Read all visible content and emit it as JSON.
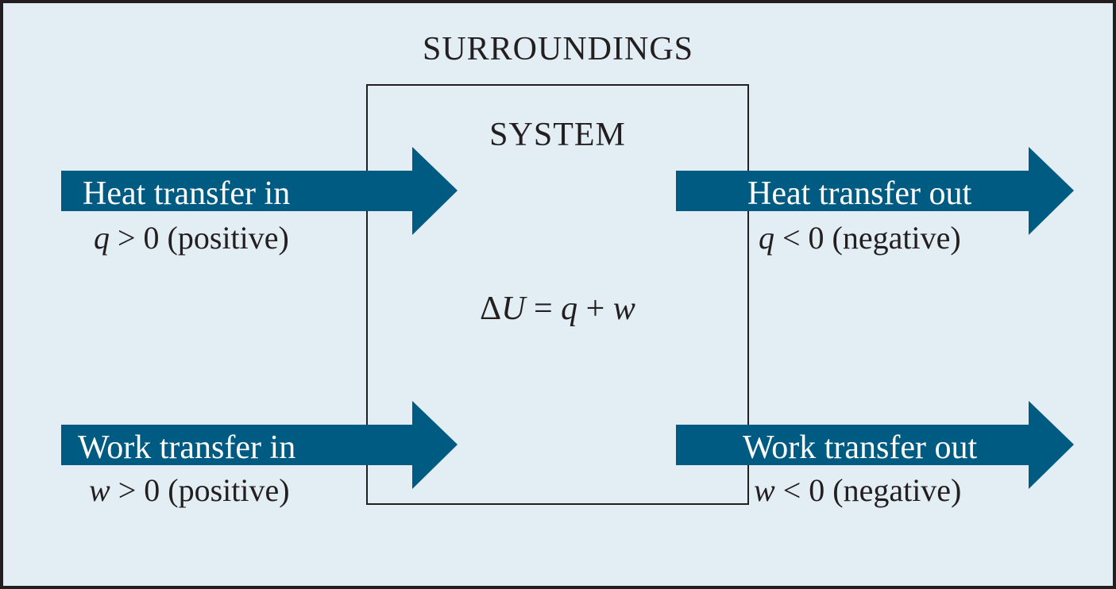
{
  "surroundings_label": "SURROUNDINGS",
  "system_label": "SYSTEM",
  "equation": {
    "delta": "Δ",
    "u": "U",
    "eq": " = ",
    "q": "q",
    "plus": " + ",
    "w": "w"
  },
  "arrows": {
    "heat_in": {
      "label": "Heat transfer in",
      "var": "q",
      "relation": " > 0 (positive)"
    },
    "work_in": {
      "label": "Work transfer in",
      "var": "w",
      "relation": " > 0 (positive)"
    },
    "heat_out": {
      "label": "Heat transfer out",
      "var": "q",
      "relation": " < 0 (negative)"
    },
    "work_out": {
      "label": "Work transfer out",
      "var": "w",
      "relation": " < 0 (negative)"
    }
  },
  "colors": {
    "background": "#e2edf4",
    "arrow": "#005b82",
    "text": "#231f20"
  }
}
